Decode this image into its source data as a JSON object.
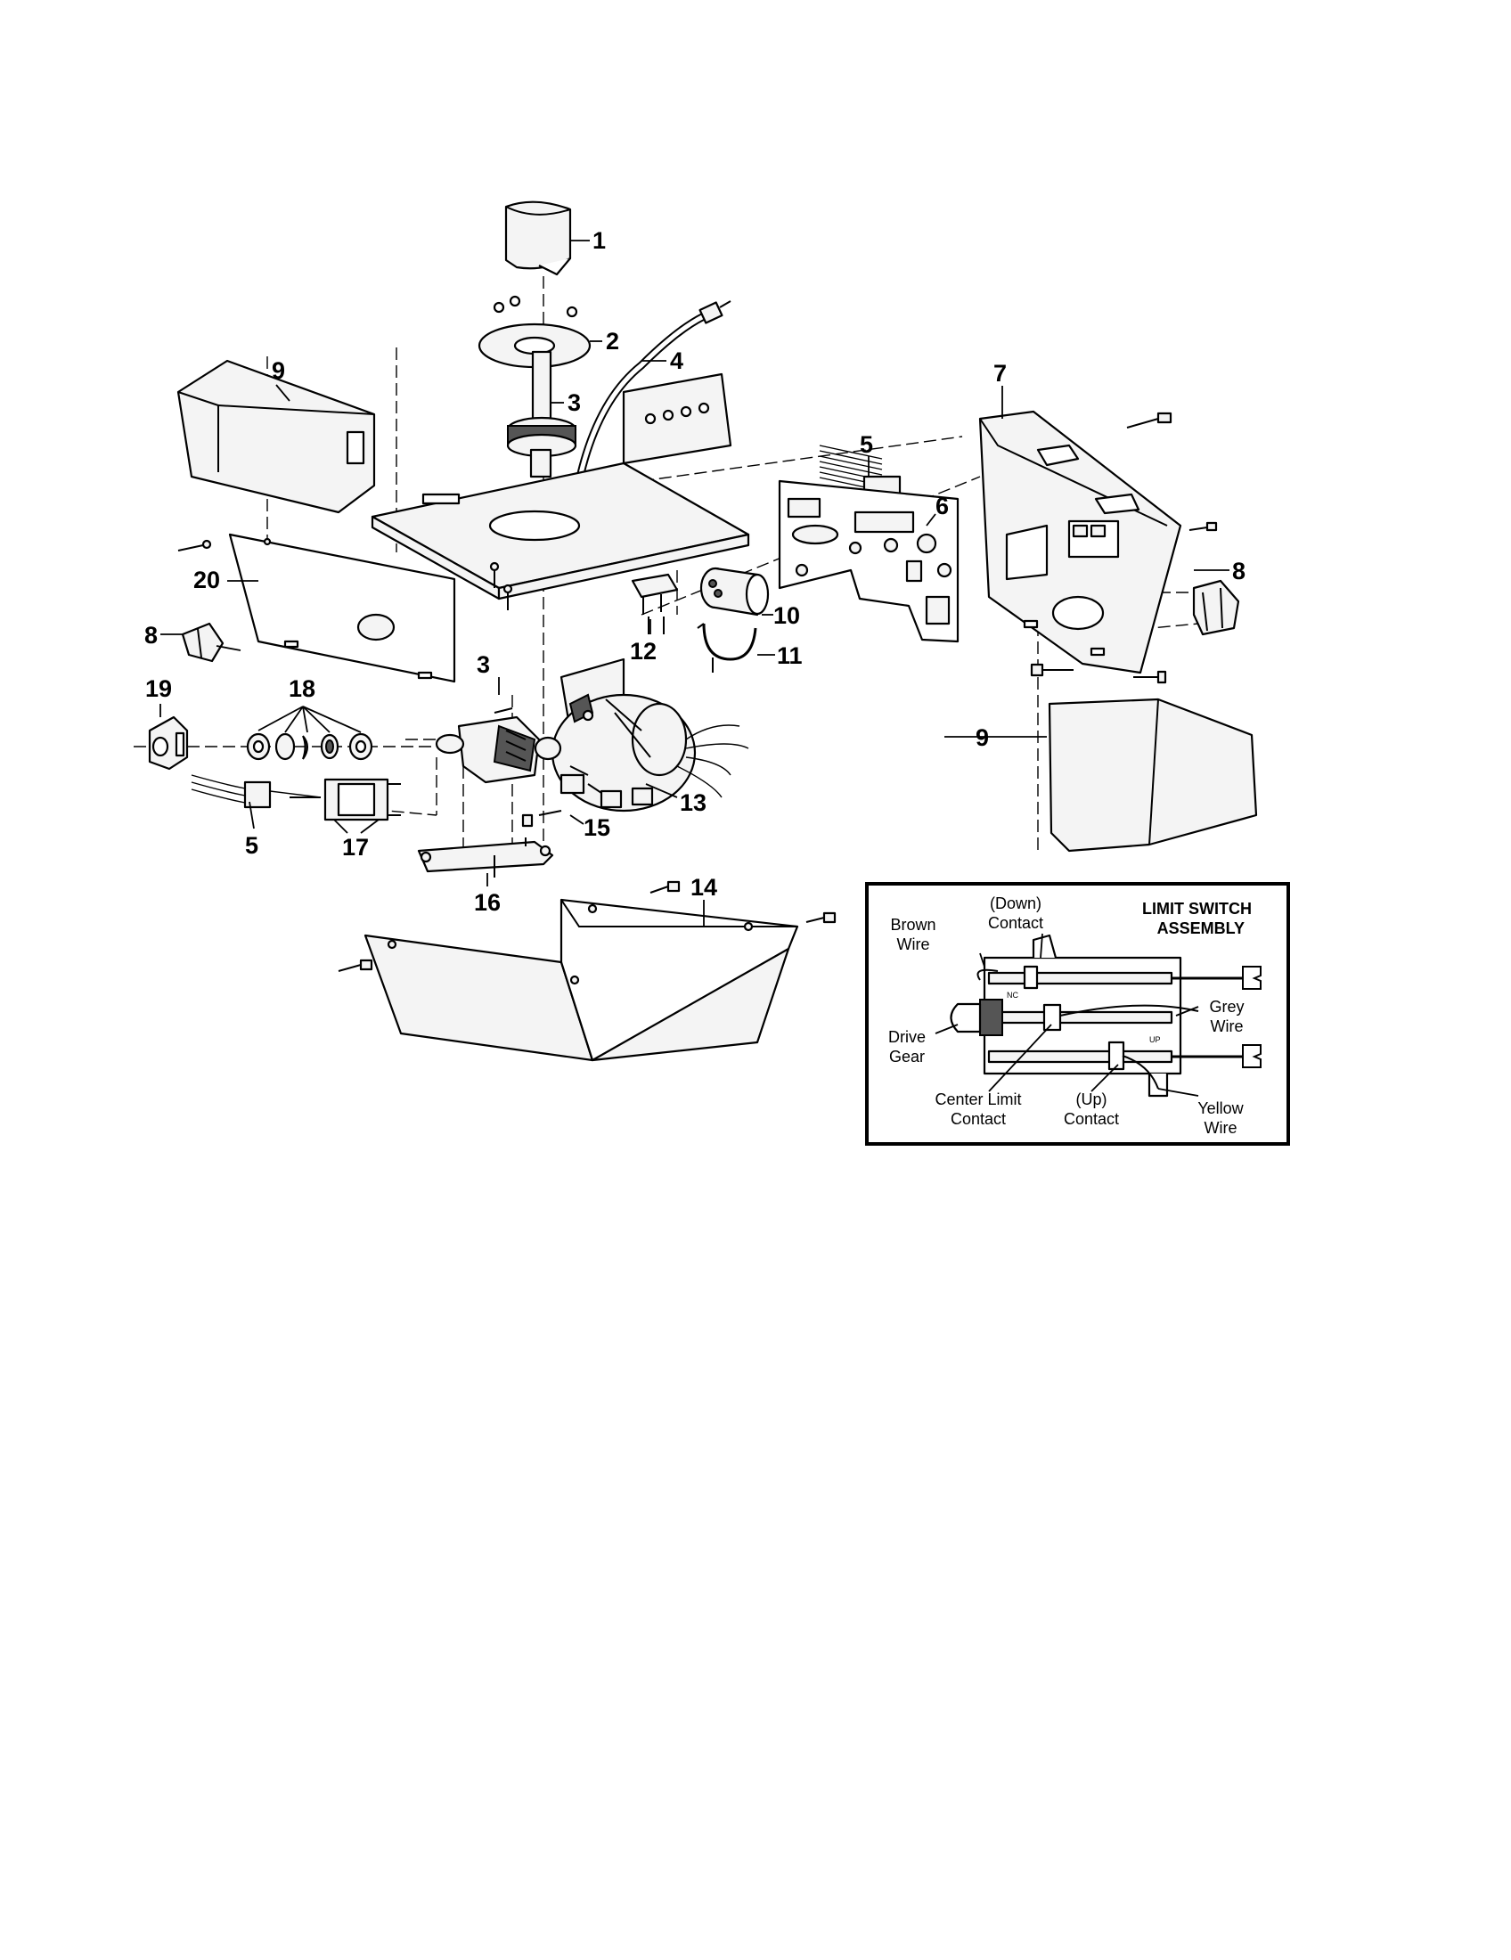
{
  "callouts": {
    "c1": "1",
    "c2": "2",
    "c3a": "3",
    "c4": "4",
    "c5a": "5",
    "c6": "6",
    "c7": "7",
    "c8a": "8",
    "c8b": "8",
    "c9a": "9",
    "c9b": "9",
    "c10": "10",
    "c11": "11",
    "c12": "12",
    "c3b": "3",
    "c13": "13",
    "c14": "14",
    "c15": "15",
    "c16": "16",
    "c17": "17",
    "c18": "18",
    "c19": "19",
    "c20": "20",
    "c5b": "5"
  },
  "inset": {
    "title_line1": "LIMIT SWITCH",
    "title_line2": "ASSEMBLY",
    "down_contact_1": "(Down)",
    "down_contact_2": "Contact",
    "brown_wire_1": "Brown",
    "brown_wire_2": "Wire",
    "grey_wire_1": "Grey",
    "grey_wire_2": "Wire",
    "drive_gear_1": "Drive",
    "drive_gear_2": "Gear",
    "center_limit_1": "Center Limit",
    "center_limit_2": "Contact",
    "up_contact_1": "(Up)",
    "up_contact_2": "Contact",
    "yellow_wire_1": "Yellow",
    "yellow_wire_2": "Wire",
    "nc_mark": "NC",
    "up_mark": "UP"
  }
}
